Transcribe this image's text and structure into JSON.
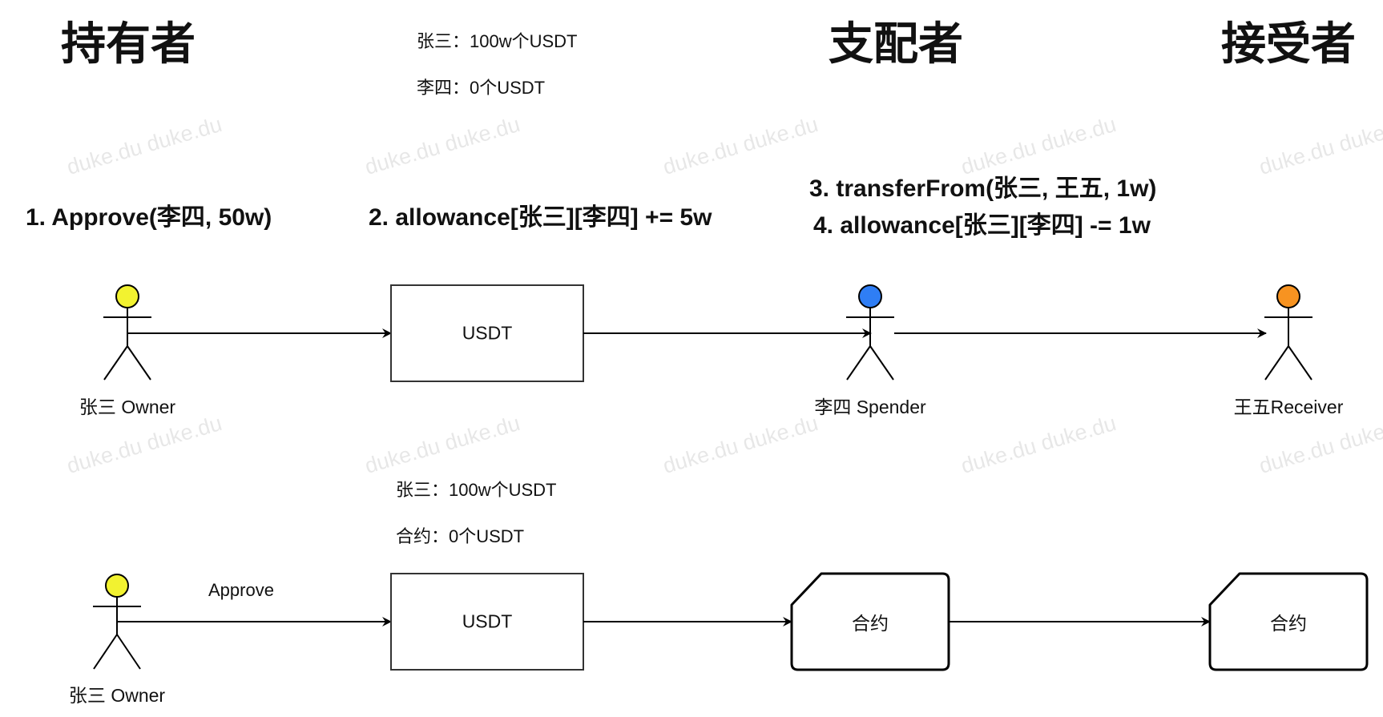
{
  "headings": {
    "holder": "持有者",
    "controller": "支配者",
    "receiver": "接受者"
  },
  "balances_top": {
    "line1": "张三：100w个USDT",
    "line2": "李四：0个USDT"
  },
  "steps": {
    "approve": "1. Approve(李四, 50w)",
    "allowance_add": "2. allowance[张三][李四] += 5w",
    "transfer_from": "3. transferFrom(张三, 王五, 1w)",
    "allowance_sub": "4. allowance[张三][李四] -= 1w"
  },
  "row1": {
    "owner_label": "张三 Owner",
    "token_box": "USDT",
    "spender_label": "李四 Spender",
    "receiver_label": "王五Receiver"
  },
  "balances_bottom": {
    "line1": "张三：100w个USDT",
    "line2": "合约：0个USDT"
  },
  "row2": {
    "owner_label": "张三 Owner",
    "approve_label": "Approve",
    "token_box": "USDT",
    "contract1": "合约",
    "contract2": "合约"
  },
  "watermark": "duke.du duke.du",
  "colors": {
    "owner_head": "#f2f230",
    "spender_head": "#2f7ef5",
    "receiver_head": "#f79321",
    "line": "#000000"
  }
}
